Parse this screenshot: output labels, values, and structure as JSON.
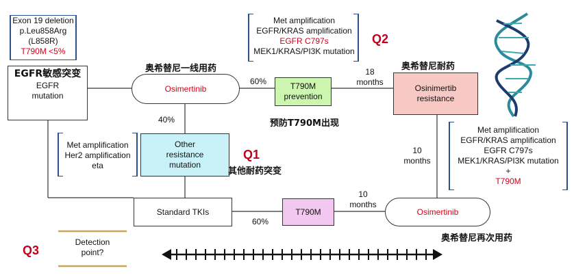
{
  "mutations_box": {
    "lines": [
      "Exon 19 deletion",
      "p.Leu858Arg",
      "(L858R)",
      "T790M <5%"
    ]
  },
  "egfr_box": {
    "title": "EGFR敏感突变",
    "line1": "EGFR",
    "line2": "mutation"
  },
  "first_line": {
    "cn_label": "奥希替尼一线用药",
    "drug": "Osimertinib"
  },
  "resistance_top": {
    "lines": [
      "Met amplification",
      "EGFR/KRAS amplification",
      "EGFR C797s",
      "MEK1/KRAS/PI3K mutation"
    ]
  },
  "q_labels": {
    "q1": "Q1",
    "q2": "Q2",
    "q3": "Q3"
  },
  "percent": {
    "top": "60%",
    "mid": "40%",
    "bottom": "60%"
  },
  "t790m_prevention": {
    "line1": "T790M",
    "line2": "prevention",
    "cn_label": "预防T790M出现"
  },
  "time_top": {
    "value": "18",
    "unit": "months"
  },
  "resistance_box": {
    "cn_label": "奥希替尼耐药",
    "line1": "Osinimertib",
    "line2": "resistance"
  },
  "her2_box": {
    "lines": [
      "Met amplification",
      "Her2 amplification",
      "eta"
    ]
  },
  "other_resistance": {
    "lines": [
      "Other",
      "resistance",
      "mutation"
    ],
    "cn_label": "其他耐药突变"
  },
  "right_box": {
    "lines": [
      "Met amplification",
      "EGFR/KRAS amplification",
      "EGFR C797s",
      "MEK1/KRAS/PI3K mutation",
      "+",
      "T790M"
    ]
  },
  "time_right": {
    "value": "10",
    "unit": "months"
  },
  "time_bottom": {
    "value": "10",
    "unit": "months"
  },
  "standard_tki": {
    "label": "Standard TKIs"
  },
  "t790m_bottom": {
    "label": "T790M"
  },
  "rechallenge": {
    "drug": "Osimertinib",
    "cn_label": "奥希替尼再次用药"
  },
  "detection": {
    "line1": "Detection",
    "line2": "point?"
  },
  "colors": {
    "prevention_fill": "#ccf5b0",
    "resistance_fill": "#f8c8c4",
    "other_fill": "#c9f2f8",
    "t790m_fill": "#f3c8f0",
    "red_text": "#d0021b",
    "bracket_blue": "#2a4f8f"
  }
}
